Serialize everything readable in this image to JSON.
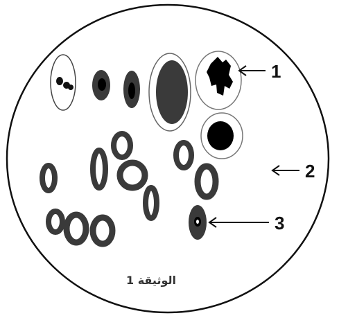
{
  "figure": {
    "caption": "الوثيقة 1",
    "labels": [
      {
        "id": "1",
        "text": "1"
      },
      {
        "id": "2",
        "text": "2"
      },
      {
        "id": "3",
        "text": "3"
      }
    ]
  },
  "colors": {
    "outline": "#111111",
    "cell_dark": "#3a3a3a",
    "cell_black": "#000000",
    "membrane": "#888888",
    "background": "#ffffff"
  }
}
